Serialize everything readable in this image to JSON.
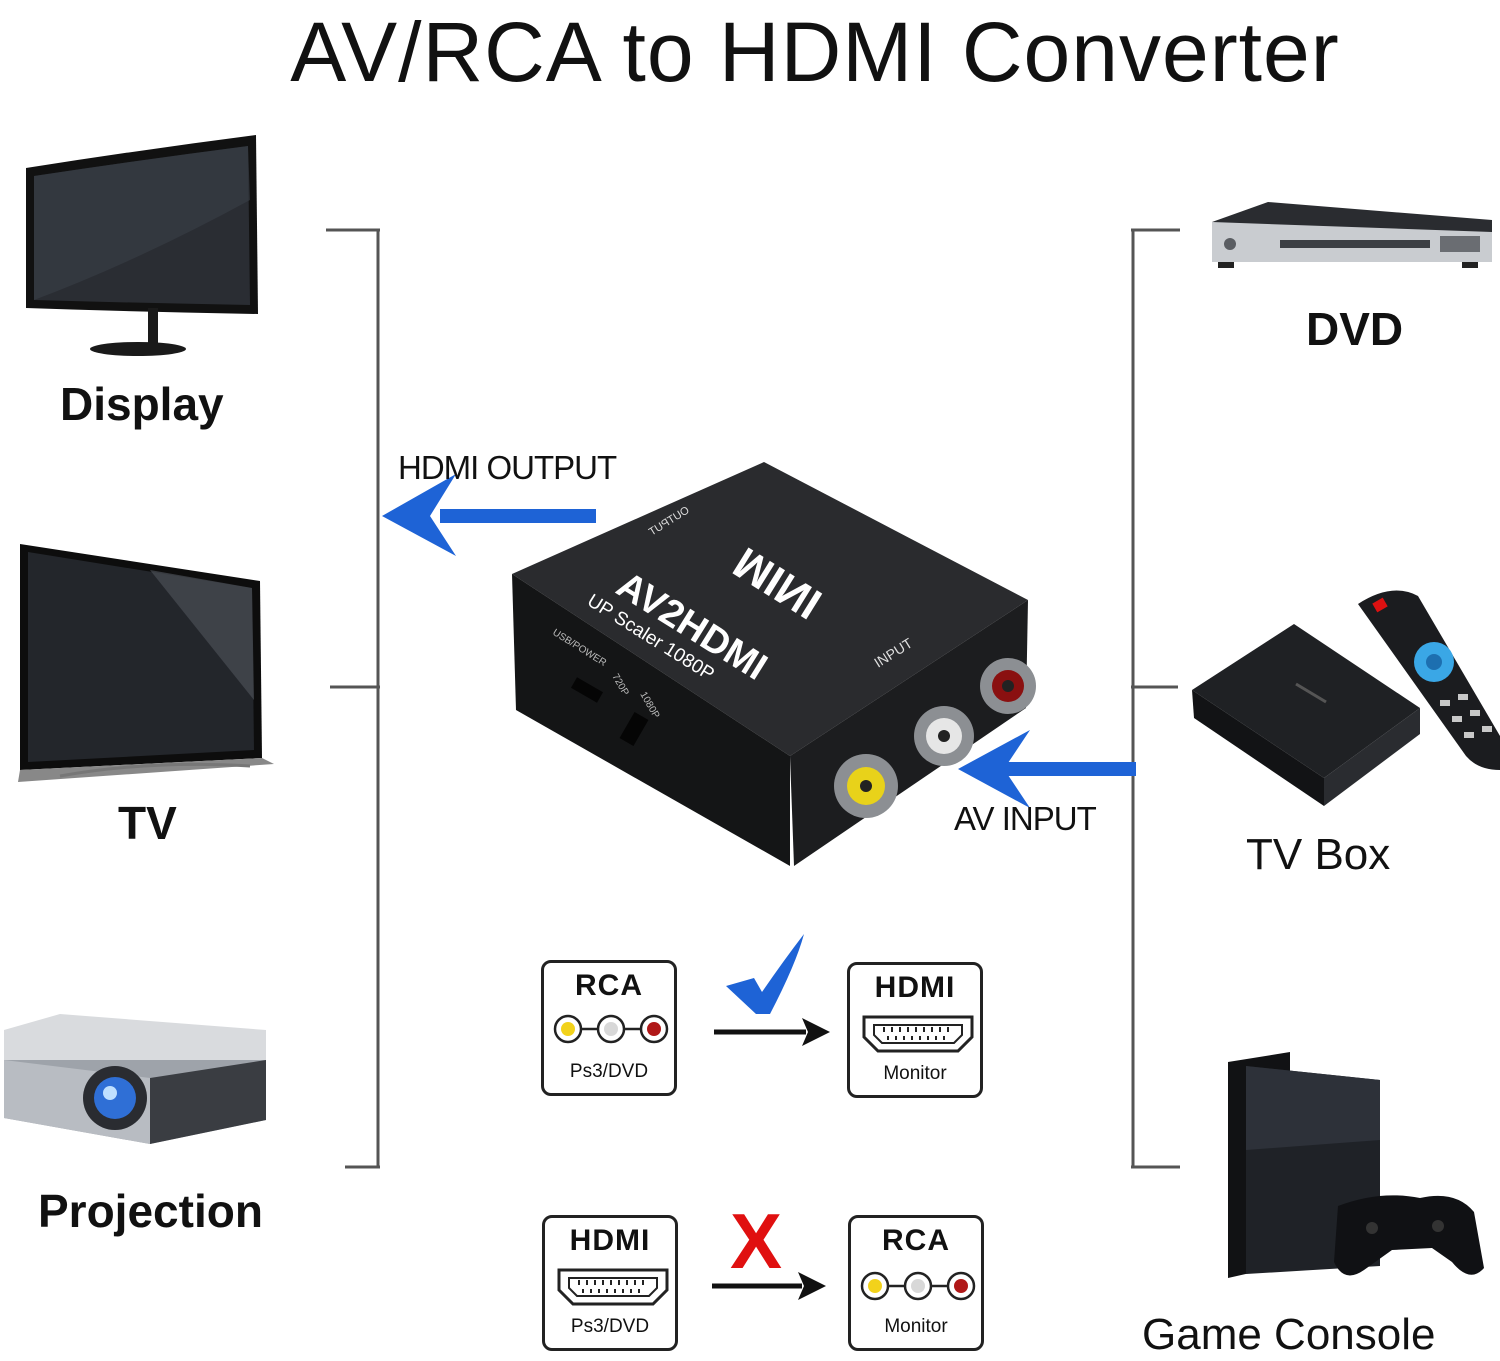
{
  "title": "AV/RCA to HDMI Converter",
  "left_devices": [
    {
      "label": "Display",
      "icon": "monitor-icon"
    },
    {
      "label": "TV",
      "icon": "tv-icon"
    },
    {
      "label": "Projection",
      "icon": "projector-icon"
    }
  ],
  "right_devices": [
    {
      "label": "DVD",
      "icon": "dvd-player-icon"
    },
    {
      "label": "TV Box",
      "icon": "tv-box-icon"
    },
    {
      "label": "Game Console",
      "icon": "game-console-icon"
    }
  ],
  "converter": {
    "brand": "MINI",
    "model": "AV2HDMI",
    "subtitle": "UP Scaler 1080P",
    "output_port": "OUTPUT",
    "input_port": "INPUT",
    "usb_port": "USB/POWER",
    "switch_720": "720P",
    "switch_1080": "1080P"
  },
  "arrows": {
    "output_label": "HDMI OUTPUT",
    "input_label": "AV INPUT",
    "color": "#1e63d6"
  },
  "direction_supported": {
    "from": {
      "header": "RCA",
      "footer": "Ps3/DVD"
    },
    "to": {
      "header": "HDMI",
      "footer": "Monitor"
    },
    "mark": "check-icon",
    "mark_color": "#1e63d6"
  },
  "direction_unsupported": {
    "from": {
      "header": "HDMI",
      "footer": "Ps3/DVD"
    },
    "to": {
      "header": "RCA",
      "footer": "Monitor"
    },
    "mark": "X",
    "mark_color": "#e01010"
  },
  "rca_colors": {
    "yellow": "#f2d21b",
    "white": "#d8d8d8",
    "red": "#b01818"
  }
}
